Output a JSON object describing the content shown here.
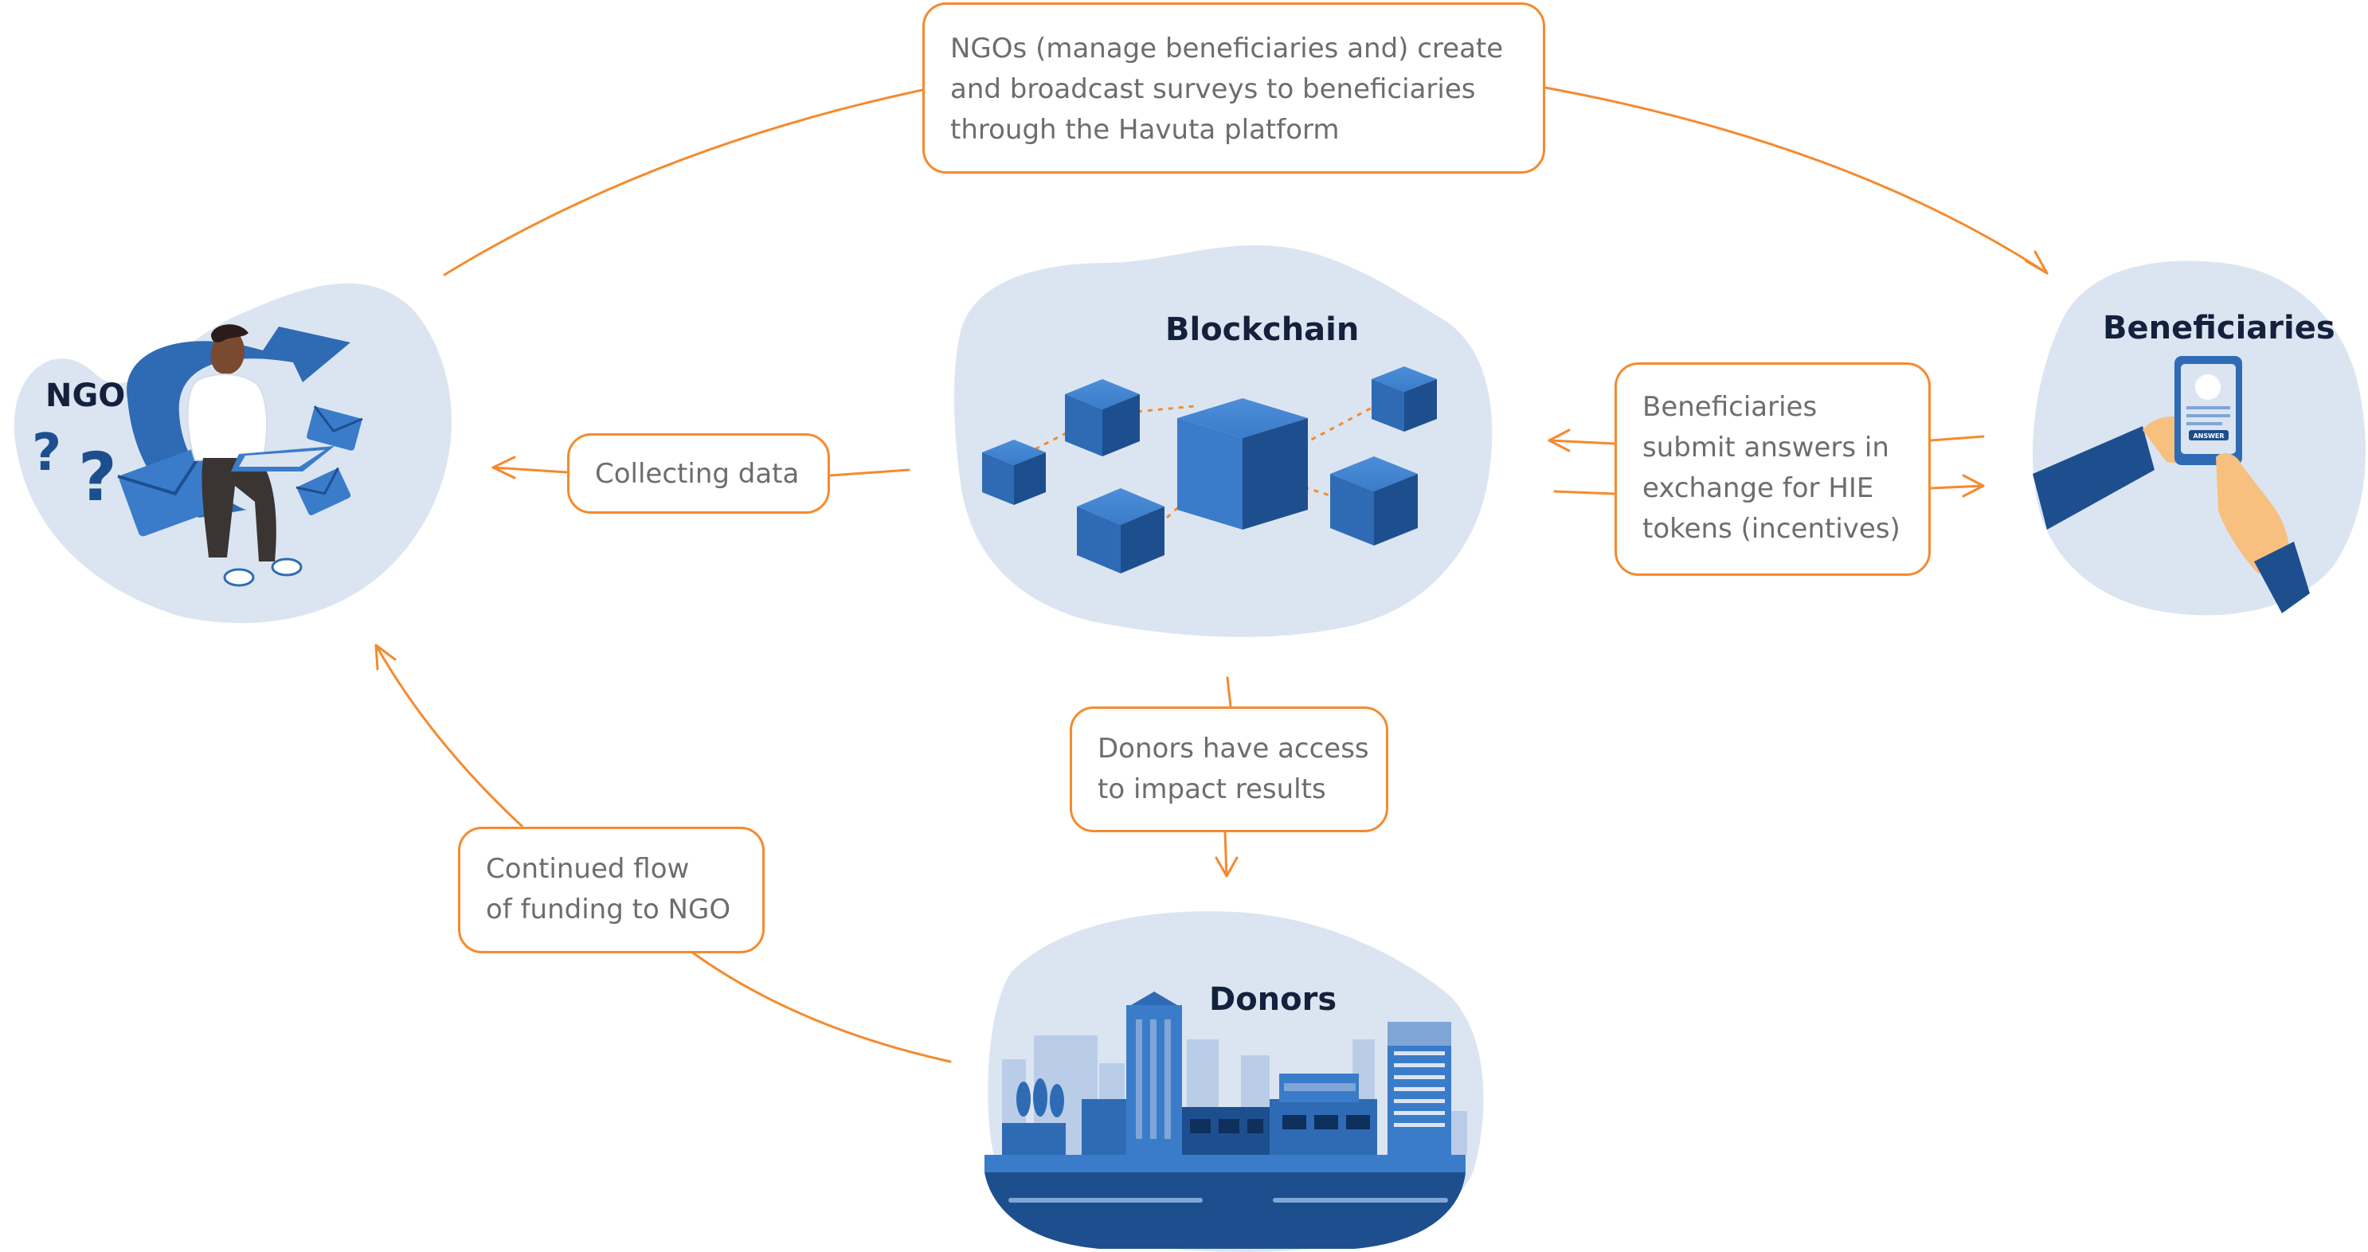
{
  "nodes": {
    "ngo": {
      "label": "NGO"
    },
    "blockchain": {
      "label": "Blockchain"
    },
    "beneficiaries": {
      "label": "Beneficiaries",
      "button_text": "ANSWER"
    },
    "donors": {
      "label": "Donors"
    }
  },
  "callouts": {
    "surveys": {
      "lines": [
        "NGOs (manage beneficiaries and) create",
        "and broadcast surveys to beneficiaries",
        "through the Havuta platform"
      ]
    },
    "collecting": {
      "lines": [
        "Collecting data"
      ]
    },
    "answers": {
      "lines": [
        "Beneficiaries",
        "submit answers in",
        "exchange for HIE",
        "tokens (incentives)"
      ]
    },
    "donors_access": {
      "lines": [
        "Donors have access",
        "to impact results"
      ]
    },
    "funding": {
      "lines": [
        "Continued flow",
        "of funding to NGO"
      ]
    }
  },
  "colors": {
    "accent": "#f58a2e",
    "blob": "#dbe5f2",
    "primary_blue": "#2f6bb5",
    "dark_blue": "#1d4f8f",
    "title_text": "#14213d",
    "callout_text": "#6d6d6d"
  }
}
